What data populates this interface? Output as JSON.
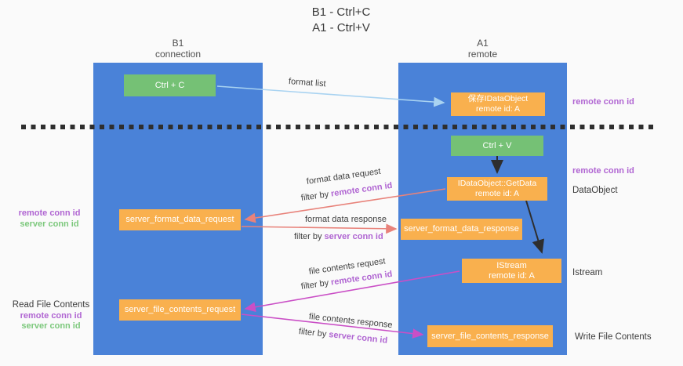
{
  "title": {
    "line1": "B1 - Ctrl+C",
    "line2": "A1 - Ctrl+V"
  },
  "columns": {
    "left": {
      "header_line1": "B1",
      "header_line2": "connection"
    },
    "right": {
      "header_line1": "A1",
      "header_line2": "remote"
    }
  },
  "nodes": {
    "ctrl_c": "Ctrl + C",
    "ctrl_v": "Ctrl + V",
    "save_idataobject": {
      "line1": "保存IDataObject",
      "line2": "remote id: A"
    },
    "idataobject_getdata": {
      "line1": "IDataObject::GetData",
      "line2": "remote id: A"
    },
    "istream": {
      "line1": "IStream",
      "line2": "remote id: A"
    },
    "server_format_data_request": "server_format_data_request",
    "server_format_data_response": "server_format_data_response",
    "server_file_contents_request": "server_file_contents_request",
    "server_file_contents_response": "server_file_contents_response"
  },
  "side_labels": {
    "right_remote_conn_id_top": "remote conn id",
    "right_remote_conn_id_mid": "remote conn id",
    "right_dataobject": "DataObject",
    "right_istream": "Istream",
    "right_write_file_contents": "Write File Contents",
    "left_remote_conn_id_top": "remote conn id",
    "left_server_conn_id_top": "server conn id",
    "left_read_file_contents": "Read File Contents",
    "left_remote_conn_id_bottom": "remote conn id",
    "left_server_conn_id_bottom": "server conn id"
  },
  "arrow_labels": {
    "format_list": "format list",
    "format_data_request": "format data request",
    "filter_by_prefix_1": "filter by ",
    "filter_remote_conn_id_1": "remote conn id",
    "format_data_response": "format data response",
    "filter_by_prefix_2": "filter by ",
    "filter_server_conn_id_2": "server conn id",
    "file_contents_request": "file contents request",
    "filter_by_prefix_3": "filter by ",
    "filter_remote_conn_id_3": "remote conn id",
    "file_contents_response": "file contents response",
    "filter_by_prefix_4": "filter by ",
    "filter_server_conn_id_4": "server conn id"
  },
  "colors": {
    "background": "#fafafa",
    "column_blue": "#4a82d8",
    "node_green": "#75c175",
    "node_orange": "#f9b04e",
    "arrow_light_blue": "#a9d3f1",
    "arrow_black": "#2e2e2e",
    "arrow_salmon": "#e8827a",
    "arrow_magenta": "#ca4fc6",
    "text_purple": "#b065d2",
    "text_green": "#7cc87c"
  }
}
